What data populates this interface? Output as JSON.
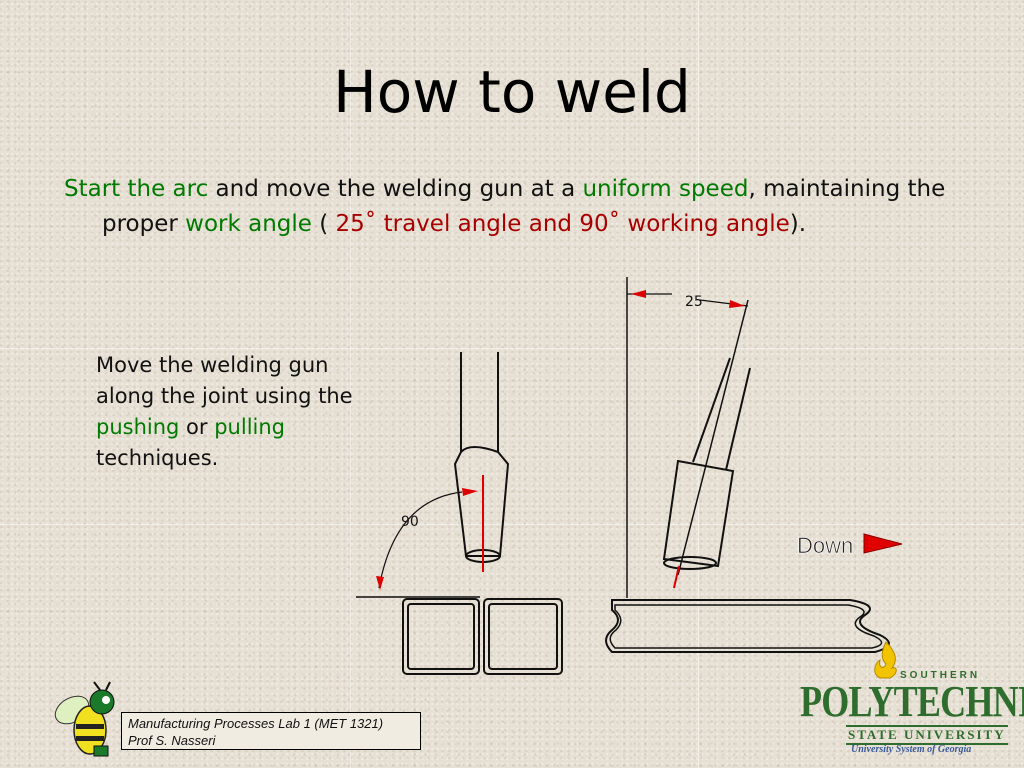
{
  "slide": {
    "title": "How to weld",
    "paragraph": {
      "start_the_arc": "Start the arc",
      "text1": " and move the welding gun at a ",
      "uniform_speed": "uniform speed",
      "text2": ", maintaining the proper ",
      "work_angle": "work angle",
      "text3": " ( ",
      "angle_phrase": "25˚ travel angle and 90˚ working angle",
      "text4": ")."
    },
    "side_text": {
      "line1": "Move the welding gun along the joint using the ",
      "pushing": "pushing",
      "or": " or ",
      "pulling": "pulling",
      "line2": " techniques."
    }
  },
  "diagram": {
    "angle_25_label": "25",
    "angle_90_label": "90",
    "direction_label": "Down"
  },
  "footer": {
    "course": "Manufacturing Processes Lab 1 (MET 1321)",
    "professor": "Prof S. Nasseri"
  },
  "logo": {
    "southern": "SOUTHERN",
    "polytechnic": "POLYTECHNIC",
    "state_university": "STATE UNIVERSITY",
    "system": "University System of Georgia"
  },
  "colors": {
    "green": "#007a00",
    "red": "#a80000",
    "logo_green": "#2e6d2e"
  }
}
